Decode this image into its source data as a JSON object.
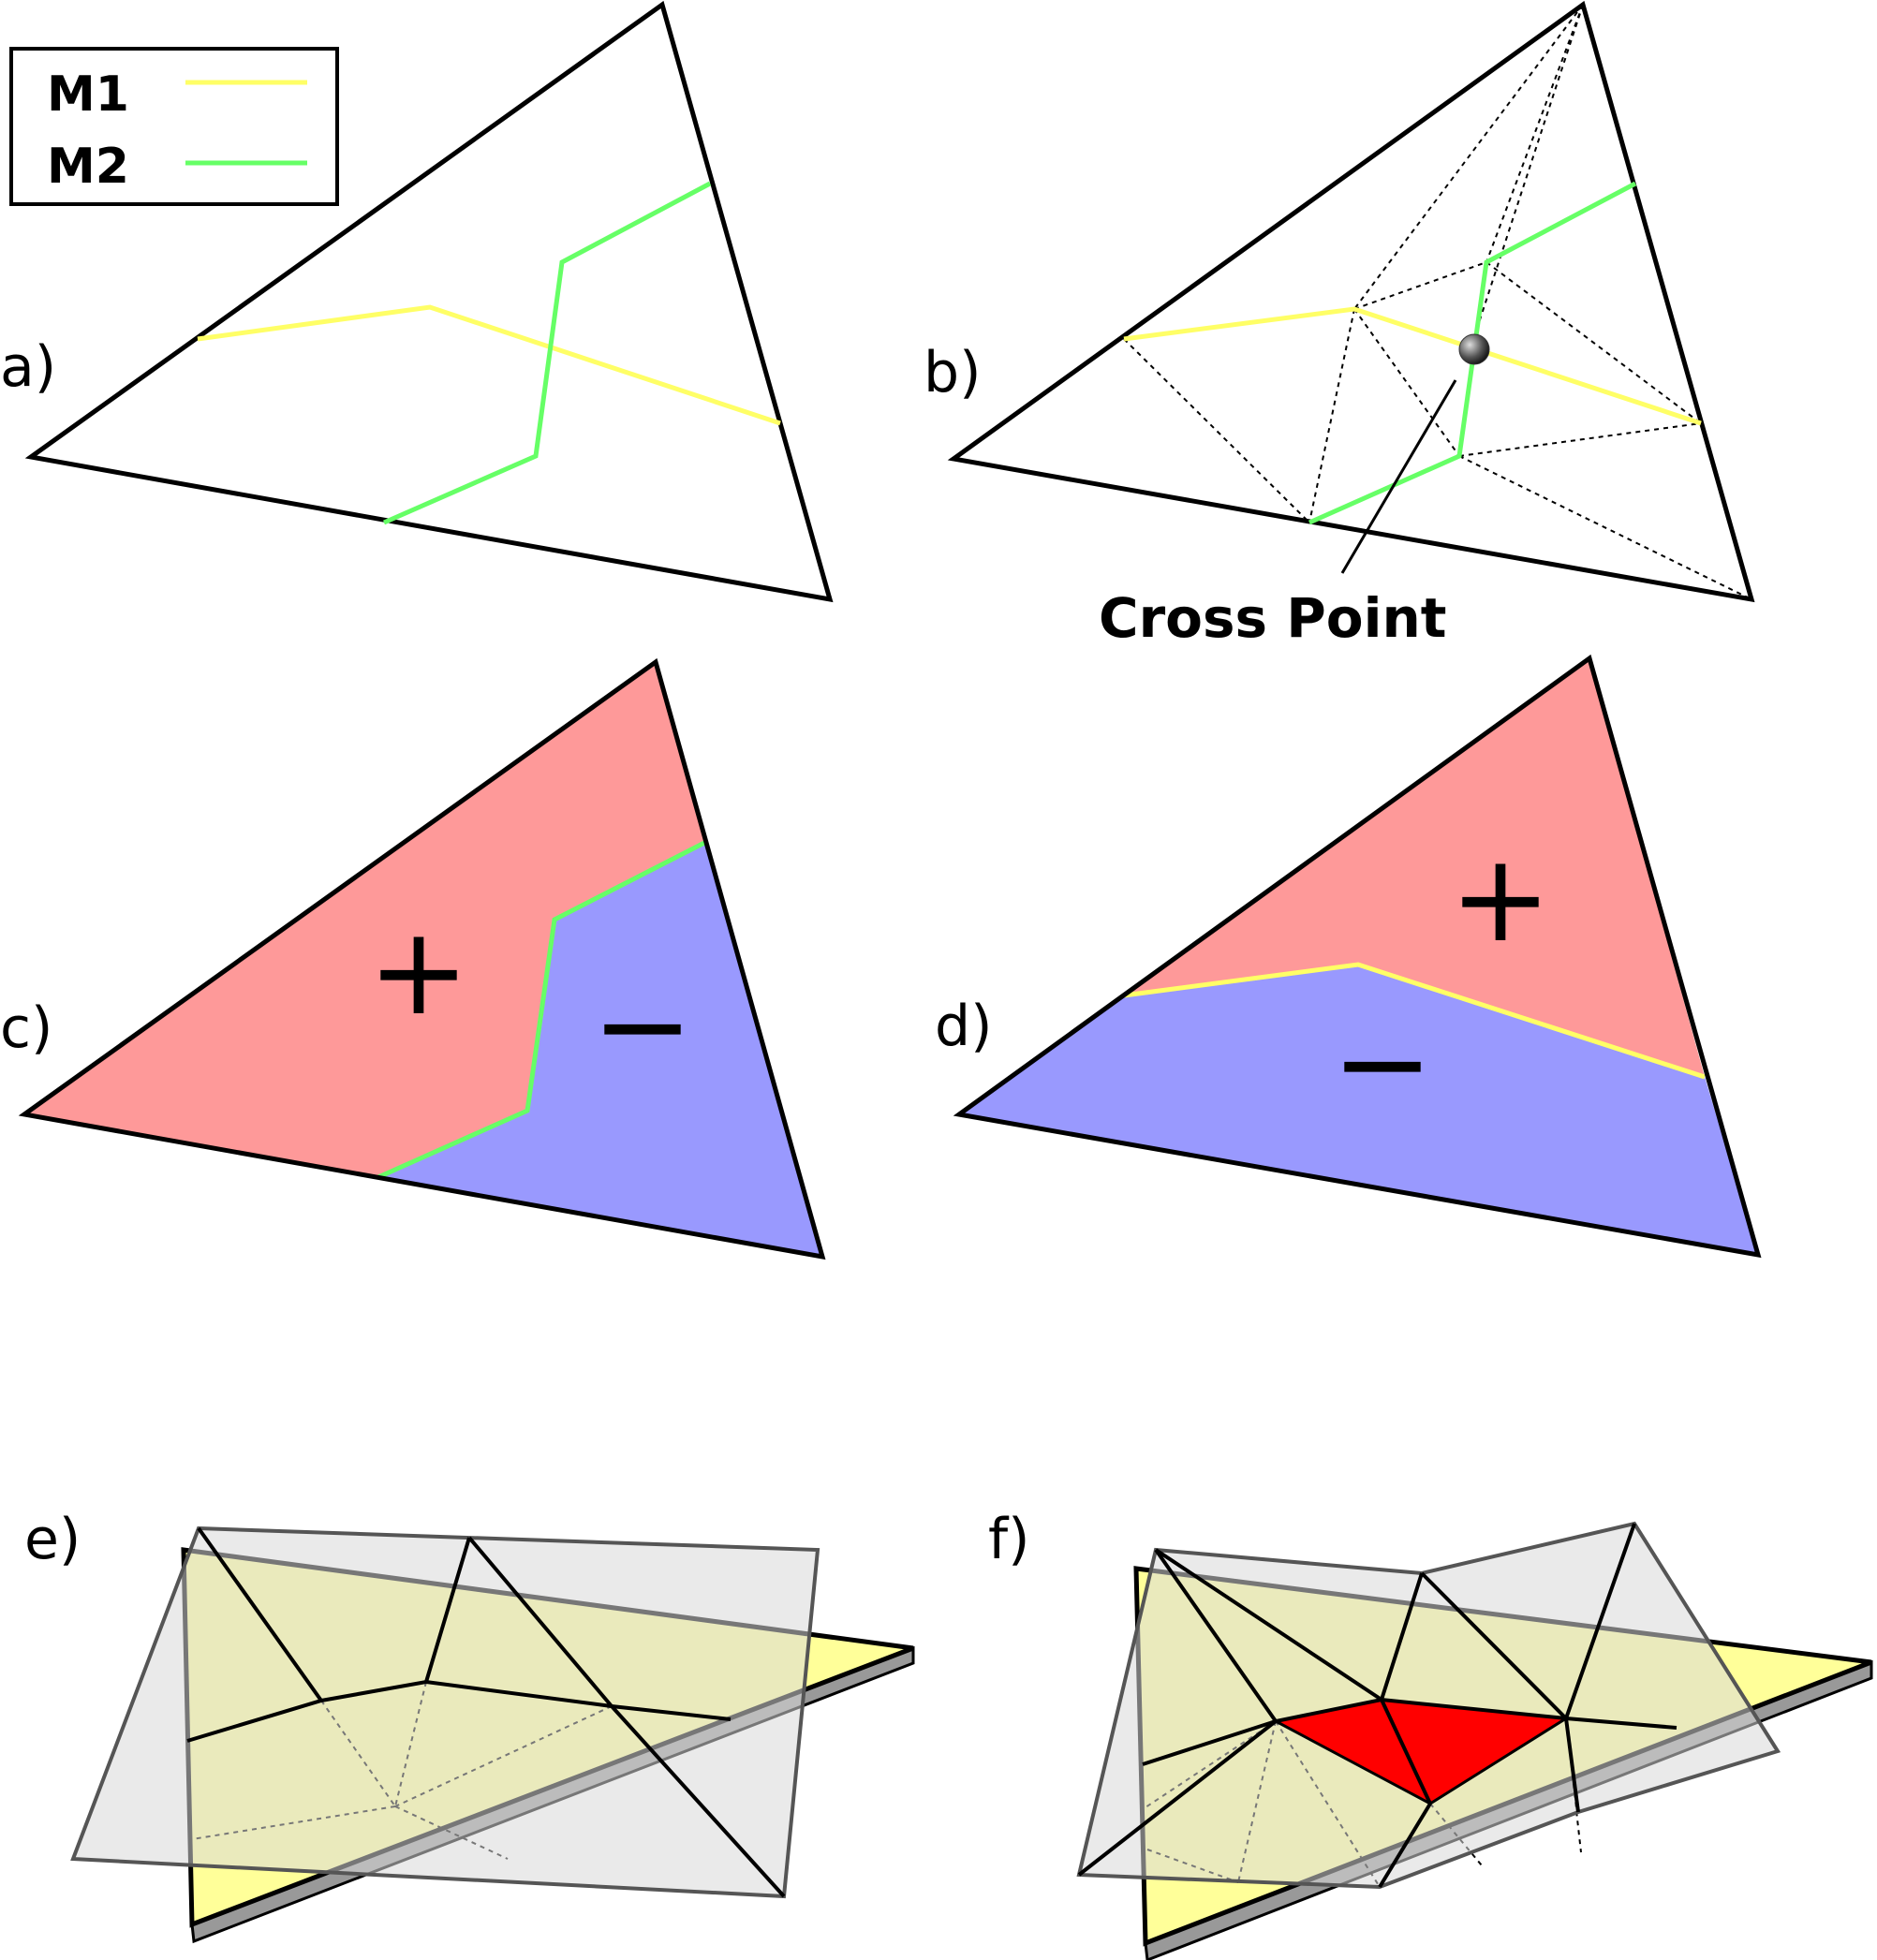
{
  "legend": {
    "items": [
      {
        "label": "M1",
        "color": "#ffff66"
      },
      {
        "label": "M2",
        "color": "#66ff66"
      }
    ]
  },
  "panels": {
    "a": {
      "label": "a)"
    },
    "b": {
      "label": "b)",
      "annotation": "Cross Point"
    },
    "c": {
      "label": "c)",
      "plus": "+",
      "minus": "−"
    },
    "d": {
      "label": "d)",
      "plus": "+",
      "minus": "−"
    },
    "e": {
      "label": "e)"
    },
    "f": {
      "label": "f)"
    }
  },
  "colors": {
    "m1_line": "#ffff66",
    "m2_line": "#66ff66",
    "positive_region": "#fe9999",
    "negative_region": "#9999fe",
    "base_plane": "#ffff99",
    "overlap_region": "#ff0000",
    "mesh_plane": "#d9d9d9"
  }
}
